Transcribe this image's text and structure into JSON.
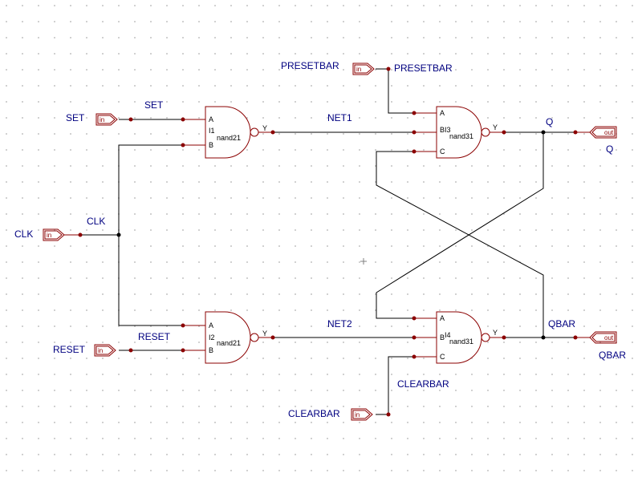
{
  "ports": {
    "in": [
      {
        "name": "PRESETBAR",
        "tag": "in"
      },
      {
        "name": "SET",
        "tag": "in"
      },
      {
        "name": "CLK",
        "tag": "in"
      },
      {
        "name": "RESET",
        "tag": "in"
      },
      {
        "name": "CLEARBAR",
        "tag": "in"
      }
    ],
    "out": [
      {
        "name": "Q",
        "tag": "out"
      },
      {
        "name": "QBAR",
        "tag": "out"
      }
    ]
  },
  "nets": {
    "presetbar": "PRESETBAR",
    "set": "SET",
    "clk": "CLK",
    "reset": "RESET",
    "clearbar": "CLEARBAR",
    "net1": "NET1",
    "net2": "NET2",
    "q": "Q",
    "qbar": "QBAR"
  },
  "gates": [
    {
      "inst": "I1",
      "type": "nand21",
      "pins": [
        "A",
        "B"
      ],
      "out": "Y"
    },
    {
      "inst": "I2",
      "type": "nand21",
      "pins": [
        "A",
        "B"
      ],
      "out": "Y"
    },
    {
      "inst": "I3",
      "type": "nand31",
      "pins": [
        "A",
        "B",
        "C"
      ],
      "out": "Y"
    },
    {
      "inst": "I4",
      "type": "nand31",
      "pins": [
        "A",
        "B",
        "C"
      ],
      "out": "Y"
    }
  ],
  "colors": {
    "component": "#8b0000",
    "wire": "#000000",
    "net_label": "#000080",
    "grid_dot": "#c4c4c4"
  }
}
